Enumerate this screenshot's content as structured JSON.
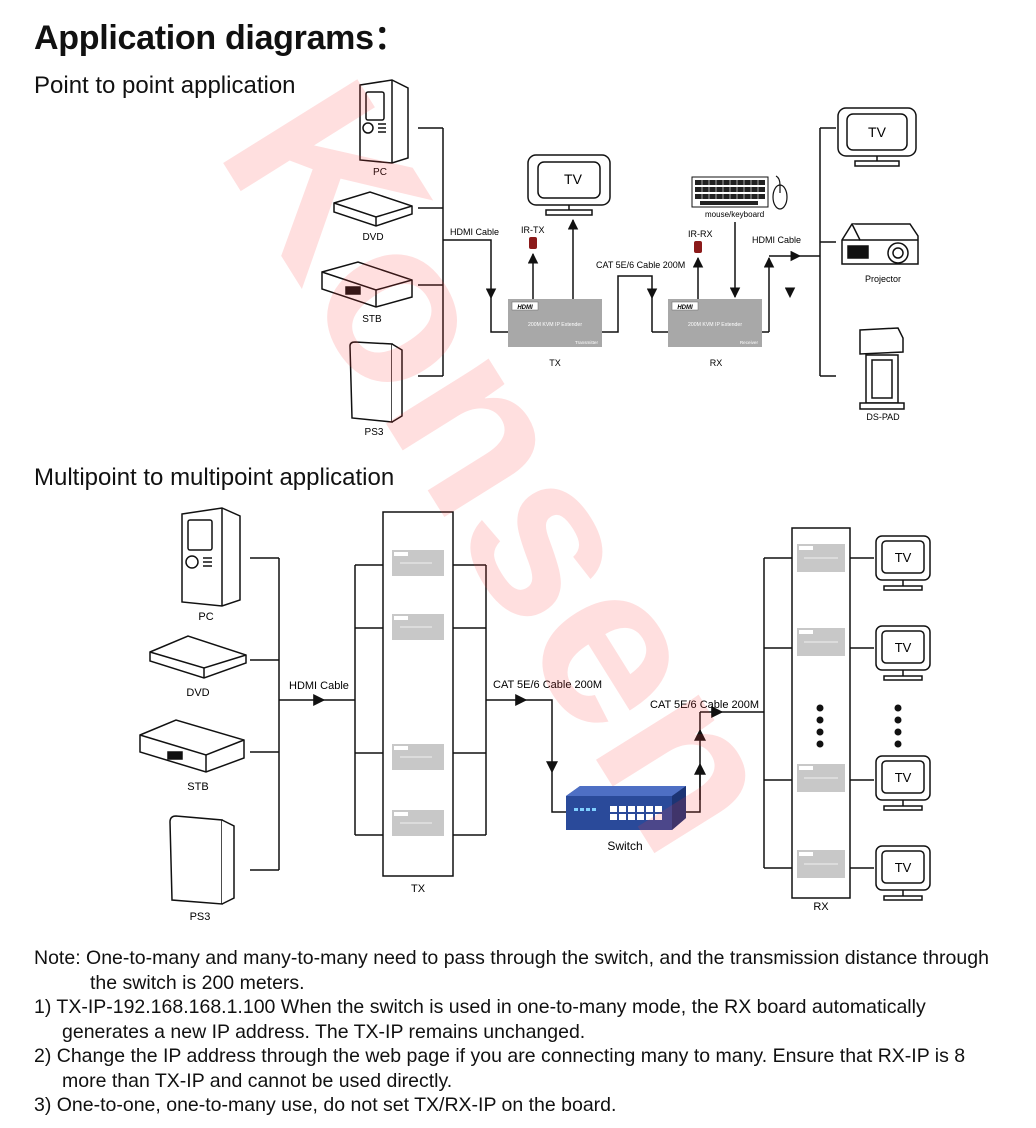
{
  "title": "Application diagrams：",
  "p2p": {
    "heading": "Point to point application",
    "sources": [
      "PC",
      "DVD",
      "STB",
      "PS3"
    ],
    "hdmi_cable_in": "HDMI Cable",
    "ir_tx": "IR-TX",
    "ir_rx": "IR-RX",
    "tv_top": "TV",
    "cat_cable": "CAT 5E/6 Cable 200M",
    "mouse_keyboard": "mouse/keyboard",
    "hdmi_cable_out": "HDMI Cable",
    "tx_label": "TX",
    "rx_label": "RX",
    "tx_box": {
      "brand": "HDMI",
      "model": "200M KVM IP Extender",
      "role": "Transmitter"
    },
    "rx_box": {
      "brand": "HDMI",
      "model": "200M KVM IP Extender",
      "role": "Receiver"
    },
    "outputs": {
      "tv": "TV",
      "projector": "Projector",
      "dspad": "DS-PAD"
    }
  },
  "m2m": {
    "heading": "Multipoint to multipoint  application",
    "sources": [
      "PC",
      "DVD",
      "STB",
      "PS3"
    ],
    "hdmi_cable": "HDMI Cable",
    "cat_cable_1": "CAT 5E/6 Cable 200M",
    "cat_cable_2": "CAT 5E/6 Cable 200M",
    "switch_label": "Switch",
    "tx_label": "TX",
    "rx_label": "RX",
    "tv_labels": [
      "TV",
      "TV",
      "TV",
      "TV"
    ]
  },
  "notes": {
    "note": "Note: One-to-many and many-to-many need to pass through the switch, and the transmission distance through the switch is 200 meters.",
    "n1": "1) TX-IP-192.168.168.1.100 When the switch is used in one-to-many mode, the RX board automatically generates a new IP address. The TX-IP remains unchanged.",
    "n2": "2) Change the IP address through the web page if you are connecting many to many. Ensure that RX-IP is 8 more than TX-IP and cannot be used directly.",
    "n3": "3) One-to-one, one-to-many use, do not set TX/RX-IP on the board."
  },
  "watermark": "Konsen"
}
